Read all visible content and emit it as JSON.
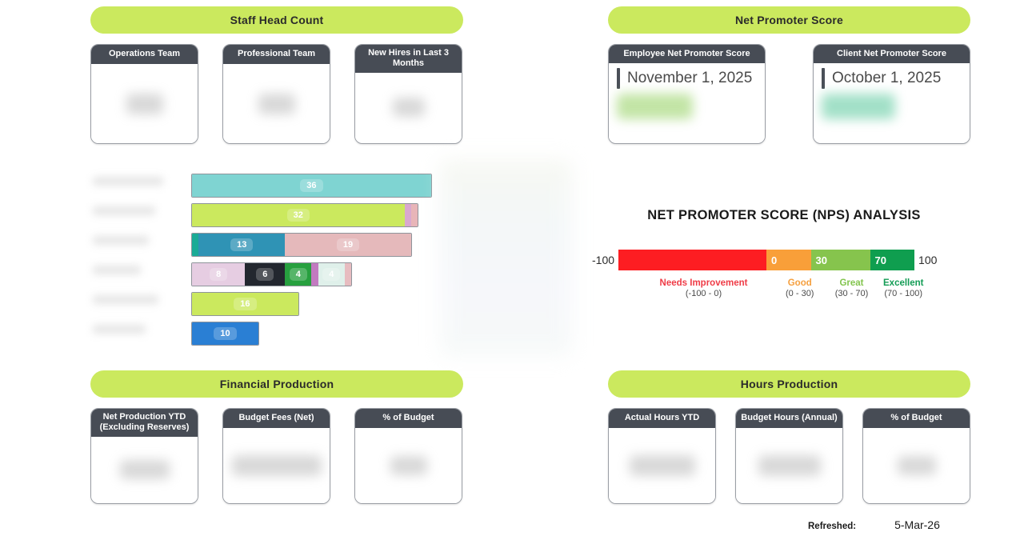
{
  "sections": {
    "staff_head_count": {
      "banner": "Staff Head Count",
      "cards": [
        {
          "title": "Operations Team",
          "value": ""
        },
        {
          "title": "Professional Team",
          "value": ""
        },
        {
          "title": "New Hires in Last 3 Months",
          "value": ""
        }
      ]
    },
    "net_promoter_score": {
      "banner": "Net Promoter Score",
      "cards": [
        {
          "title": "Employee Net Promoter Score",
          "date": "November 1, 2025",
          "value": ""
        },
        {
          "title": "Client Net Promoter Score",
          "date": "October 1, 2025",
          "value": ""
        }
      ]
    },
    "financial_production": {
      "banner": "Financial Production",
      "cards": [
        {
          "title": "Net Production YTD (Excluding Reserves)",
          "line1": "Net Production YTD",
          "line2": "(Excluding Reserves)",
          "value": ""
        },
        {
          "title": "Budget Fees (Net)",
          "value": ""
        },
        {
          "title": "% of Budget",
          "value": ""
        }
      ]
    },
    "hours_production": {
      "banner": "Hours Production",
      "cards": [
        {
          "title": "Actual Hours YTD",
          "value": ""
        },
        {
          "title": "Budget Hours (Annual)",
          "value": ""
        },
        {
          "title": "% of Budget",
          "value": ""
        }
      ]
    }
  },
  "chart_data": [
    {
      "type": "bar",
      "orientation": "horizontal",
      "stacked": true,
      "title": "",
      "xlabel": "",
      "ylabel": "",
      "categories": [
        "",
        "",
        "",
        "",
        "",
        ""
      ],
      "grid": false,
      "legend_position": "right",
      "xlim": [
        0,
        37
      ],
      "rows": [
        {
          "segments": [
            {
              "value": 36,
              "label": "36",
              "color": "#7fd4d2"
            }
          ]
        },
        {
          "segments": [
            {
              "value": 32,
              "label": "32",
              "color": "#cbe95e"
            },
            {
              "value": 1,
              "label": "",
              "color": "#d9a8cf"
            },
            {
              "value": 1,
              "label": "",
              "color": "#e8b5b8"
            }
          ]
        },
        {
          "segments": [
            {
              "value": 1,
              "label": "",
              "color": "#1aab96"
            },
            {
              "value": 13,
              "label": "13",
              "color": "#2f93b5"
            },
            {
              "value": 19,
              "label": "19",
              "color": "#e5b9bb"
            }
          ]
        },
        {
          "segments": [
            {
              "value": 8,
              "label": "8",
              "color": "#e6cde2"
            },
            {
              "value": 6,
              "label": "6",
              "color": "#23272f"
            },
            {
              "value": 4,
              "label": "4",
              "color": "#27a03f"
            },
            {
              "value": 1,
              "label": "",
              "color": "#c27ac0"
            },
            {
              "value": 4,
              "label": "4",
              "color": "#dff0ea"
            },
            {
              "value": 1,
              "label": "",
              "color": "#e7bcc0"
            }
          ]
        },
        {
          "segments": [
            {
              "value": 16,
              "label": "16",
              "color": "#cbe95e"
            }
          ]
        },
        {
          "segments": [
            {
              "value": 10,
              "label": "10",
              "color": "#2a7fd4"
            }
          ]
        }
      ]
    },
    {
      "type": "bar",
      "orientation": "horizontal",
      "title": "NET PROMOTER SCORE (NPS) ANALYSIS",
      "axis_min_label": "-100",
      "axis_max_label": "100",
      "segments": [
        {
          "tick": "0",
          "name": "Needs Improvement",
          "range": "(-100 - 0)",
          "from": -100,
          "to": 0,
          "color": "#fd1d22",
          "text_color": "#ef3c47"
        },
        {
          "tick": "30",
          "name": "Good",
          "range": "(0 - 30)",
          "from": 0,
          "to": 30,
          "color": "#f99f39",
          "text_color": "#f5a040"
        },
        {
          "tick": "70",
          "name": "Great",
          "range": "(30 - 70)",
          "from": 30,
          "to": 70,
          "color": "#86c council",
          "text_color": "#82c44d"
        },
        {
          "tick": "",
          "name": "Excellent",
          "range": "(70 - 100)",
          "from": 70,
          "to": 100,
          "color": "#0f9e4f",
          "text_color": "#139c55"
        }
      ]
    }
  ],
  "gauge": {
    "title": "NET PROMOTER SCORE (NPS) ANALYSIS",
    "left_label": "-100",
    "right_label": "100",
    "ticks": [
      "0",
      "30",
      "70"
    ],
    "bands": [
      {
        "name": "Needs Improvement",
        "range": "(-100 - 0)",
        "color": "#fd1d22",
        "text_color": "#ef3c47",
        "width_pct": 50
      },
      {
        "name": "Good",
        "range": "(0 - 30)",
        "color": "#f99f39",
        "text_color": "#f5a040",
        "width_pct": 15
      },
      {
        "name": "Great",
        "range": "(30 - 70)",
        "color": "#86c44d",
        "text_color": "#82c44d",
        "width_pct": 20
      },
      {
        "name": "Excellent",
        "range": "(70 - 100)",
        "color": "#0f9e4f",
        "text_color": "#139c55",
        "width_pct": 15
      }
    ]
  },
  "footer": {
    "refreshed_label": "Refreshed:",
    "refreshed_value": "5-Mar-26"
  },
  "colors": {
    "banner_green": "#cbe95e",
    "card_header": "#474c55",
    "card_border": "#9a9ea5"
  }
}
